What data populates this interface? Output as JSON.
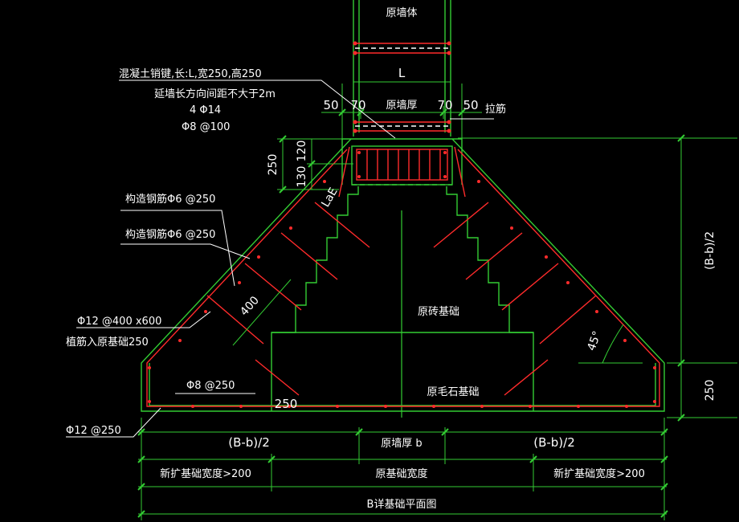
{
  "labels": {
    "wall_upper": "原墙体",
    "span_L": "L",
    "wall_thickness": "原墙厚",
    "brick_foundation": "原砖基础",
    "rubble_foundation": "原毛石基础",
    "tie_bar": "拉筋",
    "lae": "LaE",
    "angle_45": "45°"
  },
  "annotations": {
    "beam_line1": "混凝土销键,长:L,宽250,高250",
    "beam_line2": "延墙长方向间距不大于2m",
    "beam_line3": "4 Φ14",
    "beam_line4": "Φ8 @100",
    "struct_bar_1": "构造钢筋Φ6 @250",
    "struct_bar_2": "构造钢筋Φ6 @250",
    "anchor_line1": "Φ12 @400 x600",
    "anchor_line2": "植筋入原基础250",
    "phi8": "Φ8 @250",
    "phi12": "Φ12 @250"
  },
  "dimensions": {
    "d50_left": "50",
    "d70_left": "70",
    "d70_right": "70",
    "d50_right": "50",
    "d250_top": "250",
    "d130": "130",
    "d120": "120",
    "d400": "400",
    "d250_bottom": "250",
    "d250_right_low": "250",
    "right_half_width": "(B-b)/2",
    "bottom_left": "(B-b)/2",
    "bottom_mid": "原墙厚 b",
    "bottom_right": "(B-b)/2",
    "ext_left": "新扩基础宽度>200",
    "orig_width": "原基础宽度",
    "ext_right": "新扩基础宽度>200",
    "total_B": "B详基础平面图"
  },
  "colors": {
    "background": "#000000",
    "outline": "#33cc33",
    "rebar": "#ff2b2b",
    "dimension": "#33cc33",
    "text": "#ffffff",
    "center_line": "#33cc33"
  }
}
